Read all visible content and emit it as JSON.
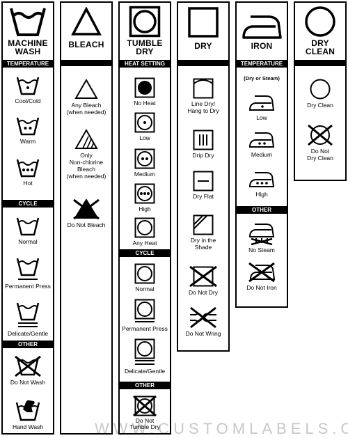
{
  "columns": {
    "machine_wash": {
      "title_line1": "MACHINE",
      "title_line2": "WASH",
      "sections": {
        "temperature": "TEMPERATURE",
        "cycle": "CYCLE",
        "other": "OTHER"
      },
      "items": {
        "cool_cold": "Cool/Cold",
        "warm": "Warm",
        "hot": "Hot",
        "normal": "Normal",
        "permanent_press": "Permanent Press",
        "delicate_gentle": "Delicate/Gentle",
        "do_not_wash": "Do Not Wash",
        "hand_wash": "Hand Wash"
      }
    },
    "bleach": {
      "title": "BLEACH",
      "items": {
        "any_bleach_l1": "Any Bleach",
        "any_bleach_l2": "(when needed)",
        "non_chlorine_l1": "Only",
        "non_chlorine_l2": "Non-chlorine",
        "non_chlorine_l3": "Bleach",
        "non_chlorine_l4": "(when needed)",
        "do_not_bleach": "Do Not Bleach"
      }
    },
    "tumble_dry": {
      "title_line1": "TUMBLE",
      "title_line2": "DRY",
      "sections": {
        "heat_setting": "HEAT SETTING",
        "cycle": "CYCLE",
        "other": "OTHER"
      },
      "items": {
        "no_heat": "No Heat",
        "low": "Low",
        "medium": "Medium",
        "high": "High",
        "any_heat": "Any Heat",
        "normal": "Normal",
        "permanent_press": "Permanent Press",
        "delicate_gentle": "Delicate/Gentle",
        "do_not_tumble_l1": "Do Not",
        "do_not_tumble_l2": "Tumble Dry"
      }
    },
    "dry": {
      "title": "DRY",
      "items": {
        "line_dry_l1": "Line Dry/",
        "line_dry_l2": "Hang to Dry",
        "drip_dry": "Drip Dry",
        "dry_flat": "Dry Flat",
        "shade_l1": "Dry in the",
        "shade_l2": "Shade",
        "do_not_dry": "Do Not Dry",
        "do_not_wring": "Do Not Wring"
      }
    },
    "iron": {
      "title": "IRON",
      "sections": {
        "temperature": "TEMPERATURE",
        "other": "OTHER"
      },
      "subheading": "(Dry or Steam)",
      "items": {
        "low": "Low",
        "medium": "Medium",
        "high": "High",
        "no_steam": "No Steam",
        "do_not_iron": "Do Not Iron"
      }
    },
    "dry_clean": {
      "title_line1": "DRY",
      "title_line2": "CLEAN",
      "items": {
        "dry_clean": "Dry Clean",
        "do_not_l1": "Do Not",
        "do_not_l2": "Dry Clean"
      }
    }
  },
  "watermark": "WWW.CUSTOMLABELS.CN"
}
